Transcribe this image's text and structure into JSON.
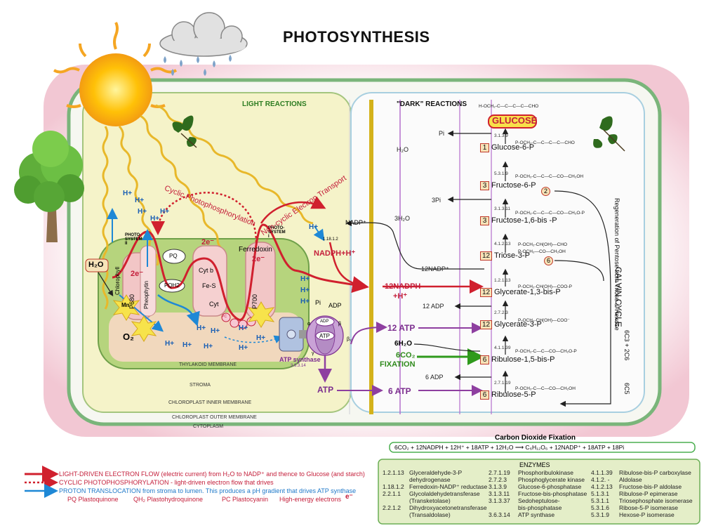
{
  "title": "PHOTOSYNTHESIS",
  "sections": {
    "light": "LIGHT REACTIONS",
    "dark": "\"DARK\" REACTIONS",
    "calvin": "CALVIN CYCLE",
    "regeneration": "Regeneration of Pentose from Triose & Hexose",
    "stoich1": "6C3 + 2C6",
    "stoich2": "6C5"
  },
  "membranes": {
    "thylakoid": "THYLAKOID MEMBRANE",
    "stroma": "STROMA",
    "inner": "CHLOROPLAST INNER MEMBRANE",
    "outer": "CHLOROPLAST OUTER MEMBRANE",
    "cytoplasm": "CYTOPLASM"
  },
  "light_labels": {
    "ps2": "PHOTO-\nSYSTEM\nII",
    "ps1": "PHOTO-\nSYSTEM\nI",
    "chlorophyll": "Chlorophyll",
    "p680": "P680",
    "pheophytin": "Pheophytin",
    "p700": "P700",
    "pq": "PQ",
    "pqh2": "PQH2",
    "cytb": "Cyt b",
    "fes": "Fe-S",
    "cytf": "Cyt",
    "ferredoxin": "Ferredoxin",
    "pc": "PC",
    "e2": "2e⁻",
    "h2o": "H₂O",
    "o2": "O₂",
    "mn": "Mn",
    "cyclic": "Cyclic Photophosphorylation",
    "noncyclic": "Non-cyclic Electron Transport",
    "nadp": "NADP⁺",
    "nadph": "NADPH+H⁺",
    "ec_nadp": "1.18.1.2",
    "atp_synthase": "ATP synthase",
    "ec_atps": "3.6.3.14",
    "pi": "Pi",
    "adp": "ADP",
    "atp": "ATP",
    "hplus": "H+",
    "alpha": "α",
    "beta": "β",
    "gamma": "γ",
    "beta2": "β₂"
  },
  "mid_labels": {
    "nadph12": "12NADPH",
    "hplus12": "+H⁺",
    "atp12": "12 ATP",
    "atp6": "6 ATP",
    "h2o6": "6H₂O",
    "co2_6": "6CO₂",
    "fixation": "FIXATION",
    "atp_low": "ATP"
  },
  "calvin_compounds": [
    {
      "n": "1",
      "name": "Glucose-6-P",
      "ec": "3.1.3.9"
    },
    {
      "n": "3",
      "name": "Fructose-6-P",
      "ec": "5.3.1.9"
    },
    {
      "n": "3",
      "name": "Fructose-1,6-bis -P",
      "ec": "3.1.3.11"
    },
    {
      "n": "12",
      "name": "Triose-3-P",
      "ec": "4.1.2.13"
    },
    {
      "n": "12",
      "name": "Glycerate-1,3-bis-P",
      "ec": "1.2.1.13"
    },
    {
      "n": "12",
      "name": "Glycerate-3-P",
      "ec": "2.7.2.3"
    },
    {
      "n": "6",
      "name": "Ribulose-1,5-bis-P",
      "ec": "4.1.1.39"
    },
    {
      "n": "6",
      "name": "Ribulose-5-P",
      "ec": "2.7.1.19"
    }
  ],
  "calvin_side": {
    "glucose": "GLUCOSE",
    "pi": "Pi",
    "h2o": "H₂O",
    "pi3": "3Pi",
    "h2o3": "3H₂O",
    "nadp12": "12NADP⁺",
    "adp12": "12 ADP",
    "adp6": "6 ADP",
    "c2": "2",
    "c6": "6"
  },
  "formulas": {
    "glucose": "H-OCH₂-C—C—C—C—CHO",
    "g6p": "P-OCH₂-C—C—C—C—CHO",
    "f6p": "P-OCH₂-C—C—C—CO—CH₂OH",
    "fbp": "P-OCH₂-C—C—C—CO—CH₂O-P",
    "triose1": "P-OCH₂-CH(OH)—CHO",
    "triose2": "P-OCH₂—CO—CH₂OH",
    "g13bp": "P-OCH₂-CH(OH)—COO-P",
    "g3p": "P-OCH₂-CH(OH)—COO⁻",
    "rubp": "P-OCH₂-C—C—CO—CH₂O-P",
    "ru5p": "P-OCH₂-C—C—CO—CH₂OH"
  },
  "co2_fixation": {
    "title": "Carbon Dioxide Fixation",
    "equation": "6CO₂ + 12NADPH + 12H⁺ + 18ATP + 12H₂O ⟶ C₆H₁₂O₆ + 12NADP⁺ + 18ATP + 18Pi"
  },
  "enzymes": {
    "title": "ENZYMES",
    "col1": [
      [
        "1.2.1.13",
        "Glyceraldehyde-3-P"
      ],
      [
        "",
        "dehydrogenase"
      ],
      [
        "1.18.1.2",
        "Ferredoxin-NADP⁺ reductase"
      ],
      [
        "2.2.1.1",
        "Glycolaldehydetransferase"
      ],
      [
        "",
        "(Transketolase)"
      ],
      [
        "2.2.1.2",
        "Dihydroxyacetonetransferase"
      ],
      [
        "",
        "(Transaldolase)"
      ]
    ],
    "col2": [
      [
        "2.7.1.19",
        "Phosphoribulokinase"
      ],
      [
        "2.7.2.3",
        "Phosphoglycerate kinase"
      ],
      [
        "3.1.3.9",
        "Glucose-6-phosphatase"
      ],
      [
        "3.1.3.11",
        "Fructose-bis-phosphatase"
      ],
      [
        "3.1.3.37",
        "Sedoheptulose-"
      ],
      [
        "",
        "bis-phosphatase"
      ],
      [
        "3.6.3.14",
        "ATP synthase"
      ]
    ],
    "col3": [
      [
        "4.1.1.39",
        "Ribulose-bis-P carboxylase"
      ],
      [
        "4.1.2. -",
        "Aldolase"
      ],
      [
        "4.1.2.13",
        "Fructose-bis-P aldolase"
      ],
      [
        "5.1.3.1",
        "Ribulose-P epimerase"
      ],
      [
        "5.3.1.1",
        "Triosephosphate isomerase"
      ],
      [
        "5.3.1.6",
        "Ribose-5-P isomerase"
      ],
      [
        "5.3.1.9",
        "Hexose-P isomerase"
      ]
    ]
  },
  "legend": {
    "l1": "LIGHT-DRIVEN ELECTRON FLOW (electric current) from H₂O to NADP⁺ and thence to Glucose (and starch)",
    "l2": "CYCLIC PHOTOPHOSPHORYLATION - light-driven electron flow that drives",
    "l3": "PROTON TRANSLOCATION from stroma to lumen.  This produces a pH gradient that drives ATP synthase",
    "l4a": "PQ  Plastoquinone",
    "l4b": "QH₂ Plastohydroquinone",
    "l4c": "PC  Plastocyanin",
    "l4d": "High-energy electrons",
    "l4e": "e⁻"
  },
  "colors": {
    "electron": "#d0202e",
    "proton": "#1e88d6",
    "atp": "#8e3fa0",
    "fixation": "#2f9a1c",
    "chloro_fill": "#eef3d6",
    "lumen": "#f1d8bd"
  }
}
